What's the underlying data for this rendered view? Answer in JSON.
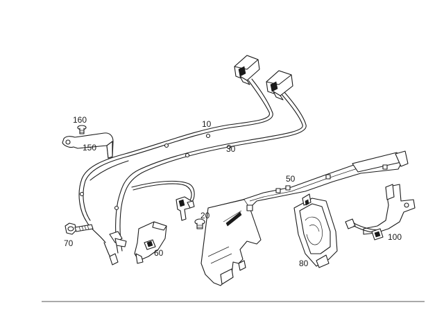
{
  "diagram": {
    "labels": {
      "l10": "10",
      "l20": "20",
      "l30": "30",
      "l50": "50",
      "l60": "60",
      "l70": "70",
      "l80": "80",
      "l100": "100",
      "l150": "150",
      "l160": "160"
    },
    "colors": {
      "ink": "#1a1a1a",
      "background": "#ffffff"
    }
  }
}
